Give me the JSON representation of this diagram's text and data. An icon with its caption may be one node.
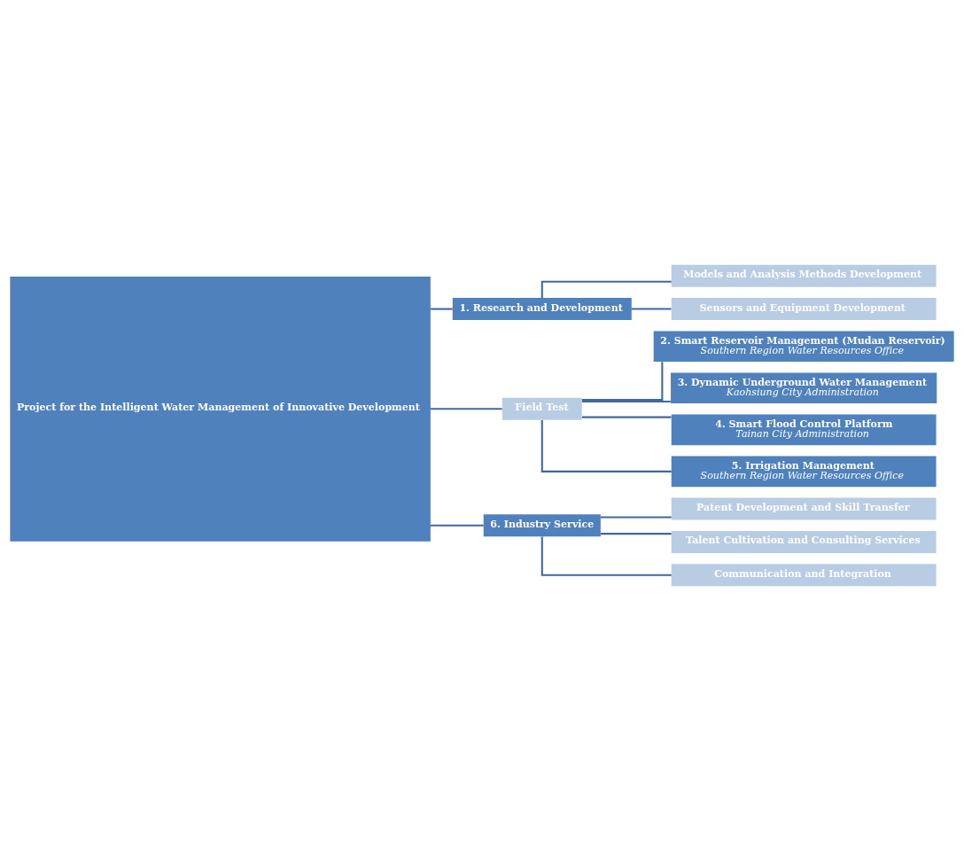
{
  "diagram": {
    "nodes": [
      {
        "text": [
          "Project for the Intelligent Water Management of Innovative Development"
        ]
      },
      {
        "text": [
          "1. Research and Development"
        ]
      },
      {
        "text": [
          "Models and Analysis Methods Development"
        ]
      },
      {
        "text": [
          "Sensors and Equipment Development"
        ]
      },
      {
        "text": [
          "Field Test"
        ]
      },
      {
        "text": [
          "2. Smart Reservoir Management (Mudan Reservoir)",
          "Southern Region Water Resources Office"
        ]
      },
      {
        "text": [
          "3. Dynamic Underground Water Management",
          "Kaohsiung City Administration"
        ]
      },
      {
        "text": [
          "4. Smart Flood Control Platform",
          "Tainan City Administration"
        ]
      },
      {
        "text": [
          "5. Irrigation Management",
          "Southern Region Water Resources Office"
        ]
      },
      {
        "text": [
          "6. Industry Service"
        ]
      },
      {
        "text": [
          "Patent Development and Skill Transfer"
        ]
      },
      {
        "text": [
          "Talent Cultivation and Consulting Services"
        ]
      },
      {
        "text": [
          "Communication and Integration"
        ]
      }
    ],
    "edges": [
      {
        "from": 0,
        "to": 1,
        "arrow": "none"
      },
      {
        "from": 0,
        "to": 4,
        "arrow": "none"
      },
      {
        "from": 0,
        "to": 9,
        "arrow": "none"
      },
      {
        "from": 1,
        "to": 2,
        "arrow": "none"
      },
      {
        "from": 1,
        "to": 3,
        "arrow": "none"
      },
      {
        "from": 4,
        "to": 5,
        "arrow": "none"
      },
      {
        "from": 4,
        "to": 6,
        "arrow": "none"
      },
      {
        "from": 4,
        "to": 7,
        "arrow": "none"
      },
      {
        "from": 4,
        "to": 8,
        "arrow": "none"
      },
      {
        "from": 9,
        "to": 10,
        "arrow": "none"
      },
      {
        "from": 9,
        "to": 11,
        "arrow": "none"
      },
      {
        "from": 9,
        "to": 12,
        "arrow": "none"
      }
    ]
  }
}
